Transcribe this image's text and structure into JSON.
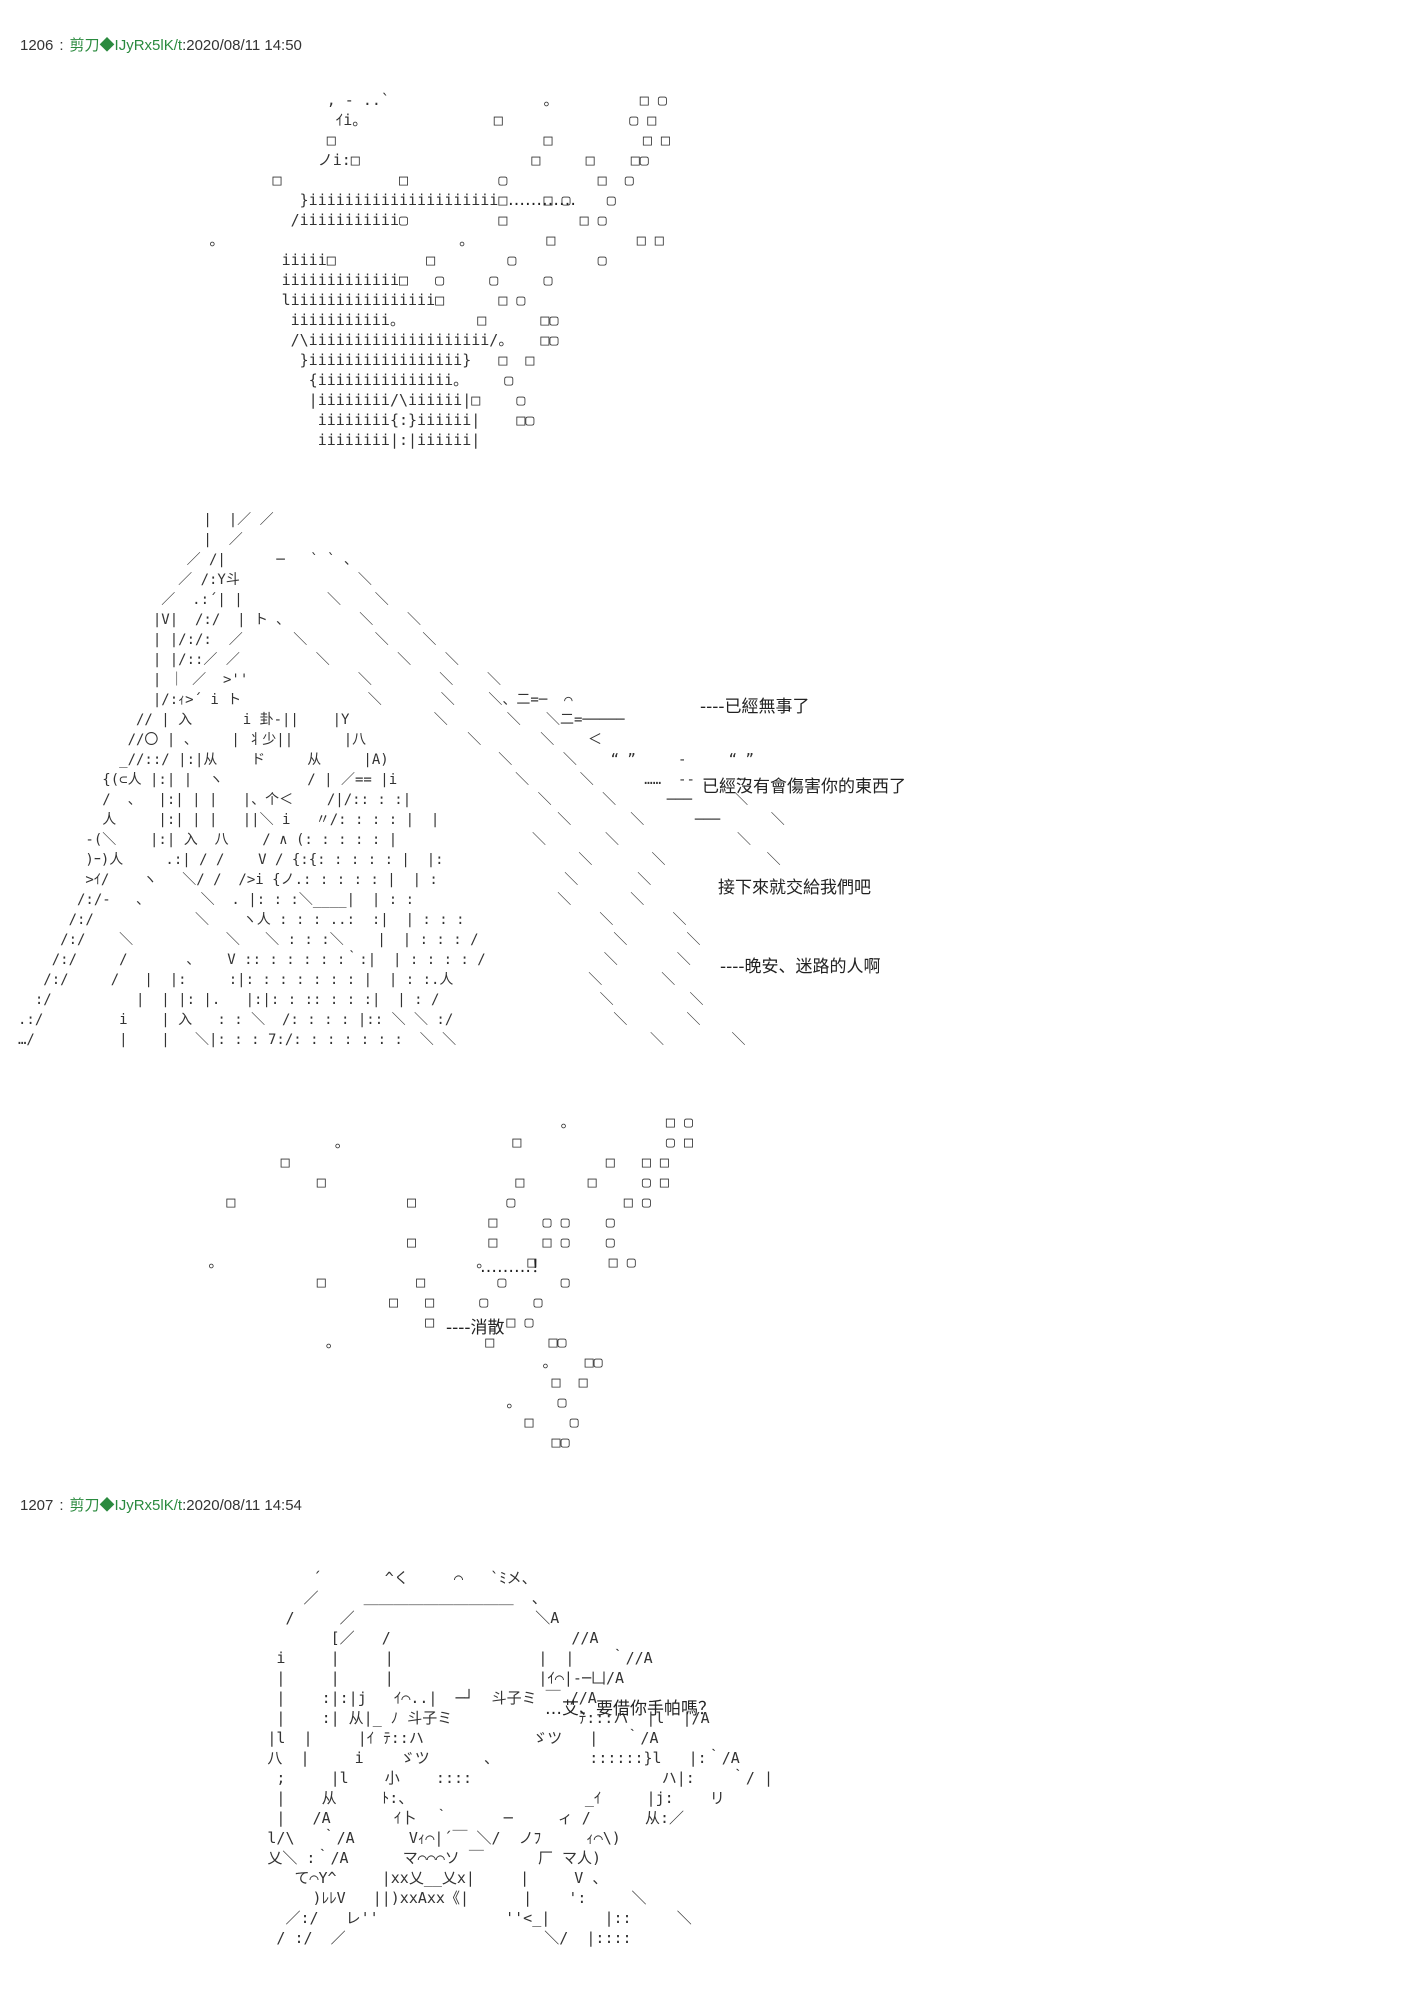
{
  "posts": [
    {
      "number": "1206",
      "separator": ":",
      "name": "剪刀◆IJyRx5lK/t",
      "timestamp": ":2020/08/11 14:50",
      "art_1": "                        , - ..`                 。         □ ▢\n                         ｲi。              □              ▢ □\n                        □                       □          □ □\n                       ノi:□                   □     □    □▢\n                  □             □          ▢          □  ▢\n                     }iiiiiiiiiiiiiiiiiiiii□    □ ▢    ▢\n                    /iiiiiiiiiii▢          □        □ ▢\n           。                          。        □         □ □\n                   iiiii□          □        ▢         ▢\n                   iiiiiiiiiiiii□   ▢     ▢     ▢\n                   liiiiiiiiiiiiiiii□      □ ▢\n                    iiiiiiiiiii。        □      □▢\n                    /\\iiiiiiiiiiiiiiiiiiii/。   □▢\n                     }iiiiiiiiiiiiiiiii}   □  □\n                      {iiiiiiiiiiiiiii。    ▢\n                      |iiiiiiii/\\iiiiii|□    ▢\n                       iiiiiiii{:}iiiiii|    □▢\n                       iiiiiiii|:|iiiiii|",
      "art_1_dialog": "…………",
      "art_2": "                      |  |／ ／\n                      |  ／\n                    ／ /|      ─   ` ` 、\n                   ／ /:Y斗              ＼\n                 ／  .:´| |          ＼    ＼\n                |V|  /:/  | ト ､         ＼    ＼\n                | |/:/:  ／      ＼        ＼    ＼\n                | |/::／ ／         ＼        ＼    ＼\n                | ｜ ／  >''             ＼        ＼    ＼\n                |/:ｨ>´ i ト               ＼       ＼    ＼、二=─  ⌒\n              // | 入      i 卦-||    |Y          ＼       ＼   ＼二=─────\n             //〇 | 、    | 丬少||      |八            ＼       ＼    ＜\n            _//::/ |:|从    ド     从     |A)             ＼      ＼    “ ”     -     “ ”\n          {(⊂人 |:| |  ヽ          / | ／== |i              ＼      ＼      ……  --     ─\n          /  、  |:| | |   |、个＜    /|/:: : :|               ＼      ＼      ───     ＼\n          人     |:| | |   ||＼ i   〃/: : : : |  |              ＼       ＼      ───      ＼\n        -(＼    |:| 入  八    / ∧ (: : : : : |                ＼       ＼              ＼\n        )ｰ)人     .:| / /    V / {:{: : : : : |  |:                ＼       ＼            ＼\n        >ｲ/    ヽ   ＼/ /  />i {ノ.: : : : : |  | :               ＼       ＼\n       /:/-   、      ＼  . |: : :＼____|  | : :                 ＼       ＼\n      /:/            ＼    ヽ人 : : : ..:  :|  | : : :                ＼       ＼\n     /:/    ＼           ＼   ＼ : : :＼    |  | : : : /                ＼       ＼\n    /:/     /       ､    V :: : : : : :｀:|  | : : : : /              ＼       ＼\n   /:/     /   |  |:     :|: : : : : : : |  | : :.人                ＼       ＼\n  :/          |  | |: |.   |:|: : :: : : :|  | : /                   ＼         ＼\n.:/         i    | 入   : : ＼  /: : : : |:: ＼ ＼ :/                   ＼       ＼\n…/          |    |   ＼|: : : 7:/: : : : : : :  ＼ ＼                       ＼        ＼",
      "art_2_dialog": [
        "----已經無事了",
        "已經沒有會傷害你的東西了",
        "接下來就交給我們吧",
        "----晚安、迷路的人啊"
      ],
      "art_3": "                                                   。          □ ▢\n                          。                  □                ▢ □\n                    □                                   □   □ □\n                        □                     □       □     ▢ □\n              □                   □          ▢            □ ▢\n                                           □     ▢ ▢    ▢\n                                  □        □     □ ▢    ▢\n            。                            。    □        □ ▢\n                        □          □        ▢      ▢\n                                □   □     ▢     ▢\n                                    □        □ ▢\n                         。                □      □▢\n                                                 。   □▢\n                                                  □  □\n                                             。    ▢\n                                               □    ▢\n                                                  □▢",
      "art_3_dialog": [
        "………！",
        "----消散"
      ]
    },
    {
      "number": "1207",
      "separator": ":",
      "name": "剪刀◆IJyRx5lK/t",
      "timestamp": ":2020/08/11 14:54",
      "art": "                  ´       ^く     ⌒   `ﾐメ、\n                 ／     ＿＿＿＿＿＿＿＿＿＿  、\n               /     ／                    ＼A\n                    [／   /                    //A\n              i     |     |                |  |    ｀//A\n              |     |     |                |ｲ⌒|‐─凵/A\n              |    :|:|j   ｲ⌒..|  ─┘  斗子ミ ￣ //A\n              |    :| 从|_ ﾉ 斗子ミ              ﾃ:::ハ  |l  |/A\n             |l  |     |ｲ ﾃ::ハ            ゞツ   |   ｀/A\n             八  |     i    ゞツ      、          ::::::}l   |:｀/A\n              ;     |l    小    ::::                     ハ|:    ｀/ |\n              |    从     ﾄ:、                   _ｲ     |j:    リ\n              |   /A       ｲ卜  ｀      ─     ィ /      从:／\n             l/\\   ｀/A      Vｨ⌒|´￣ ＼/  ノﾌ     ｨ⌒\\)\n             乂＼ :｀/A      マ⌒⌒⌒ソ ￣      厂 マ人)\n                て⌒Y^     |xx乂__乂x|     |     V 、\n                  )ﾚﾚV   ||)xxAxx《|      |    ':     ＼\n               ／:/   レ''              ''<_|      |::     ＼\n              / :/  ／                      ＼/  |::::",
      "dialog": "…艾、要借你手帕嗎？"
    }
  ]
}
